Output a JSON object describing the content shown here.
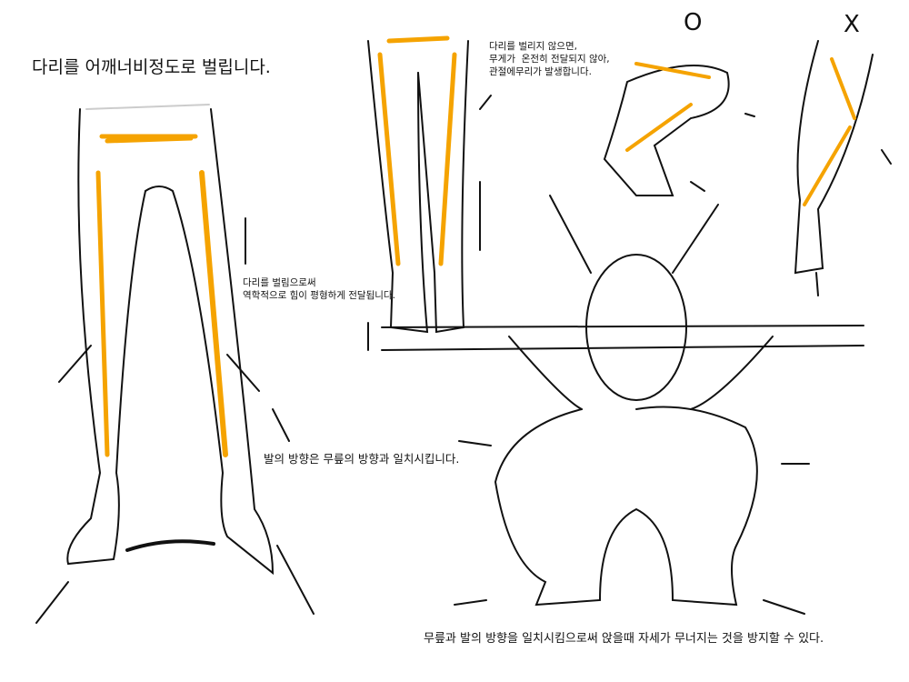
{
  "title": "다리를 어깨너비정도로 벌립니다.",
  "notes": {
    "not_spread": "다리를 벌리지 않으면,\n무게가  온전히 전달되지 않아,\n관절에무리가 발생합니다.",
    "spread": "다리를 벌림으로써\n역학적으로 힘이 평형하게 전달됩니다.",
    "foot_direction": "발의 방향은 무릎의 방향과 일치시킵니다.",
    "summary": "무릎과 발의 방향을 일치시킴으로써 앉을때 자세가 무너지는 것을 방지할 수 있다."
  },
  "marks": {
    "correct": "O",
    "wrong": "X"
  },
  "colors": {
    "highlight": "#f5a300",
    "ink": "#111111"
  }
}
